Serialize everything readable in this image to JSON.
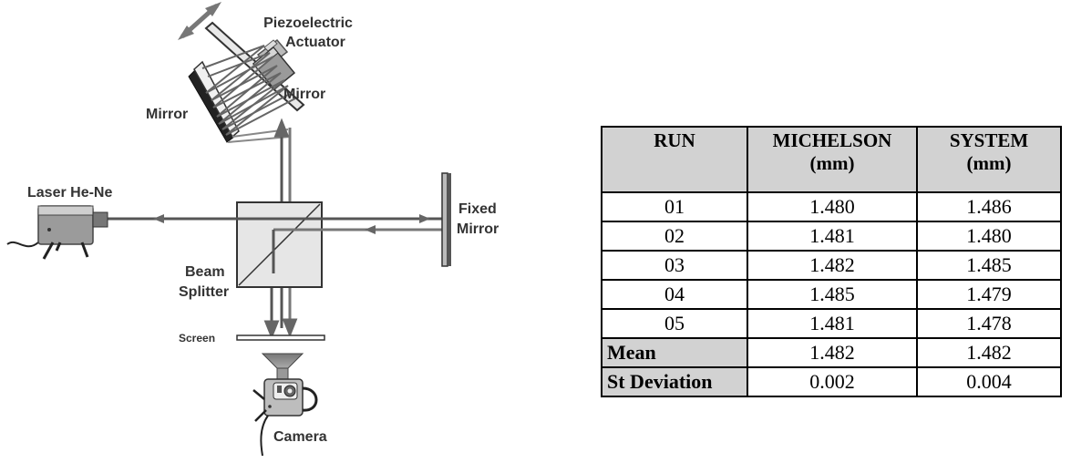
{
  "diagram": {
    "labels": {
      "piezo_line1": "Piezoelectric",
      "piezo_line2": "Actuator",
      "mirror_right": "Mirror",
      "mirror_left": "Mirror",
      "laser": "Laser He-Ne",
      "fixed_line1": "Fixed",
      "fixed_line2": "Mirror",
      "beam_line1": "Beam",
      "beam_line2": "Splitter",
      "screen": "Screen",
      "camera": "Camera"
    }
  },
  "table": {
    "headers": [
      {
        "line1": "RUN",
        "line2": ""
      },
      {
        "line1": "MICHELSON",
        "line2": "(mm)"
      },
      {
        "line1": "SYSTEM",
        "line2": "(mm)"
      }
    ],
    "rows": [
      [
        "01",
        "1.480",
        "1.486"
      ],
      [
        "02",
        "1.481",
        "1.480"
      ],
      [
        "03",
        "1.482",
        "1.485"
      ],
      [
        "04",
        "1.485",
        "1.479"
      ],
      [
        "05",
        "1.481",
        "1.478"
      ]
    ],
    "summary": [
      [
        "Mean",
        "1.482",
        "1.482"
      ],
      [
        "St Deviation",
        "0.002",
        "0.004"
      ]
    ]
  }
}
